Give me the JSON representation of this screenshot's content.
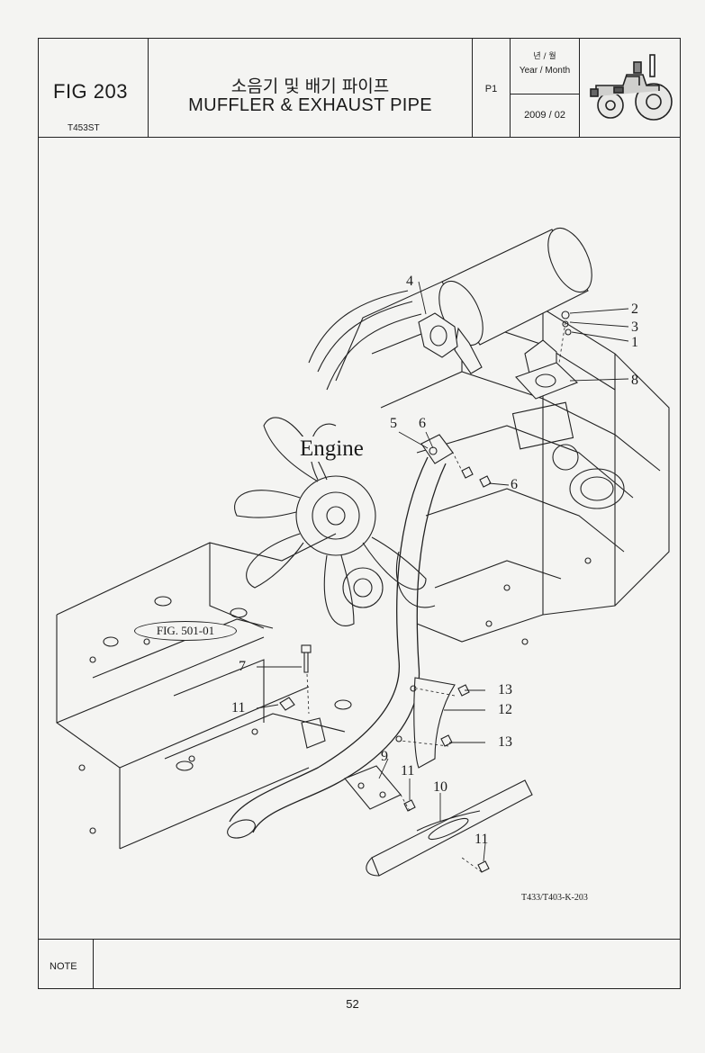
{
  "header": {
    "fig_number": "FIG 203",
    "model": "T453ST",
    "title_kr": "소음기 및 배기 파이프",
    "title_en": "MUFFLER & EXHAUST PIPE",
    "page_code": "P1",
    "date_label_kr": "년 / 월",
    "date_label_en": "Year / Month",
    "date_value": "2009 / 02"
  },
  "drawing": {
    "engine_label": "Engine",
    "figure_reference": "FIG. 501-01",
    "drawing_code": "T433/T403-K-203",
    "callouts": [
      "1",
      "2",
      "3",
      "4",
      "5",
      "6",
      "6",
      "7",
      "8",
      "9",
      "10",
      "11",
      "11",
      "11",
      "12",
      "13",
      "13"
    ]
  },
  "note": {
    "label": "NOTE",
    "content": ""
  },
  "footer": {
    "page_number": "52"
  },
  "icons": {
    "logo": "tractor-icon"
  }
}
